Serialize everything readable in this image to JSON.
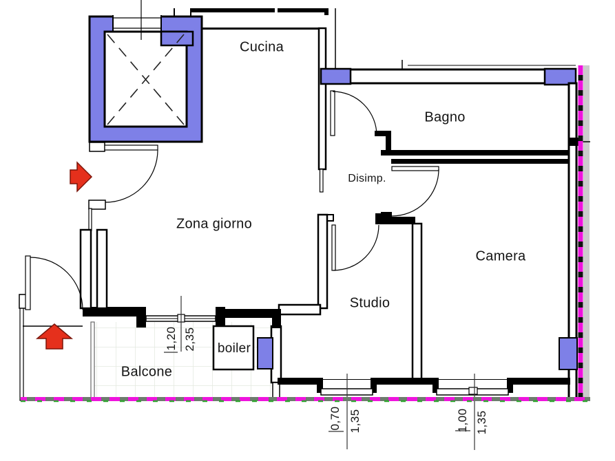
{
  "diagram": {
    "type": "floor-plan"
  },
  "rooms": {
    "cucina": {
      "label": "Cucina"
    },
    "bagno": {
      "label": "Bagno"
    },
    "disimpegno": {
      "label": "Disimp."
    },
    "zona_giorno": {
      "label": "Zona giorno"
    },
    "camera": {
      "label": "Camera"
    },
    "studio": {
      "label": "Studio"
    },
    "boiler": {
      "label": "boiler"
    },
    "balcone": {
      "label": "Balcone"
    }
  },
  "dimensions": {
    "balcone_door": {
      "a": "1,20",
      "b": "2,35"
    },
    "studio_window": {
      "a": "0,70",
      "b": "1,35"
    },
    "camera_window": {
      "a": "1,00",
      "b": "1,35"
    }
  },
  "icons": {
    "entrance_arrow": "red-arrow-right",
    "stairs_arrow": "red-arrow-up",
    "elevator_shaft": "crossed-square"
  },
  "colors": {
    "wall": "#000000",
    "window_block": "#7e80e7",
    "arrow_red": "#e5301c",
    "boundary_magenta": "#ee14dd",
    "boundary_gray_green": "#6e7c6e",
    "boundary_green": "#2fa32f",
    "section_strip": "#cbcbcb",
    "tile_line": "#e3e9df"
  }
}
